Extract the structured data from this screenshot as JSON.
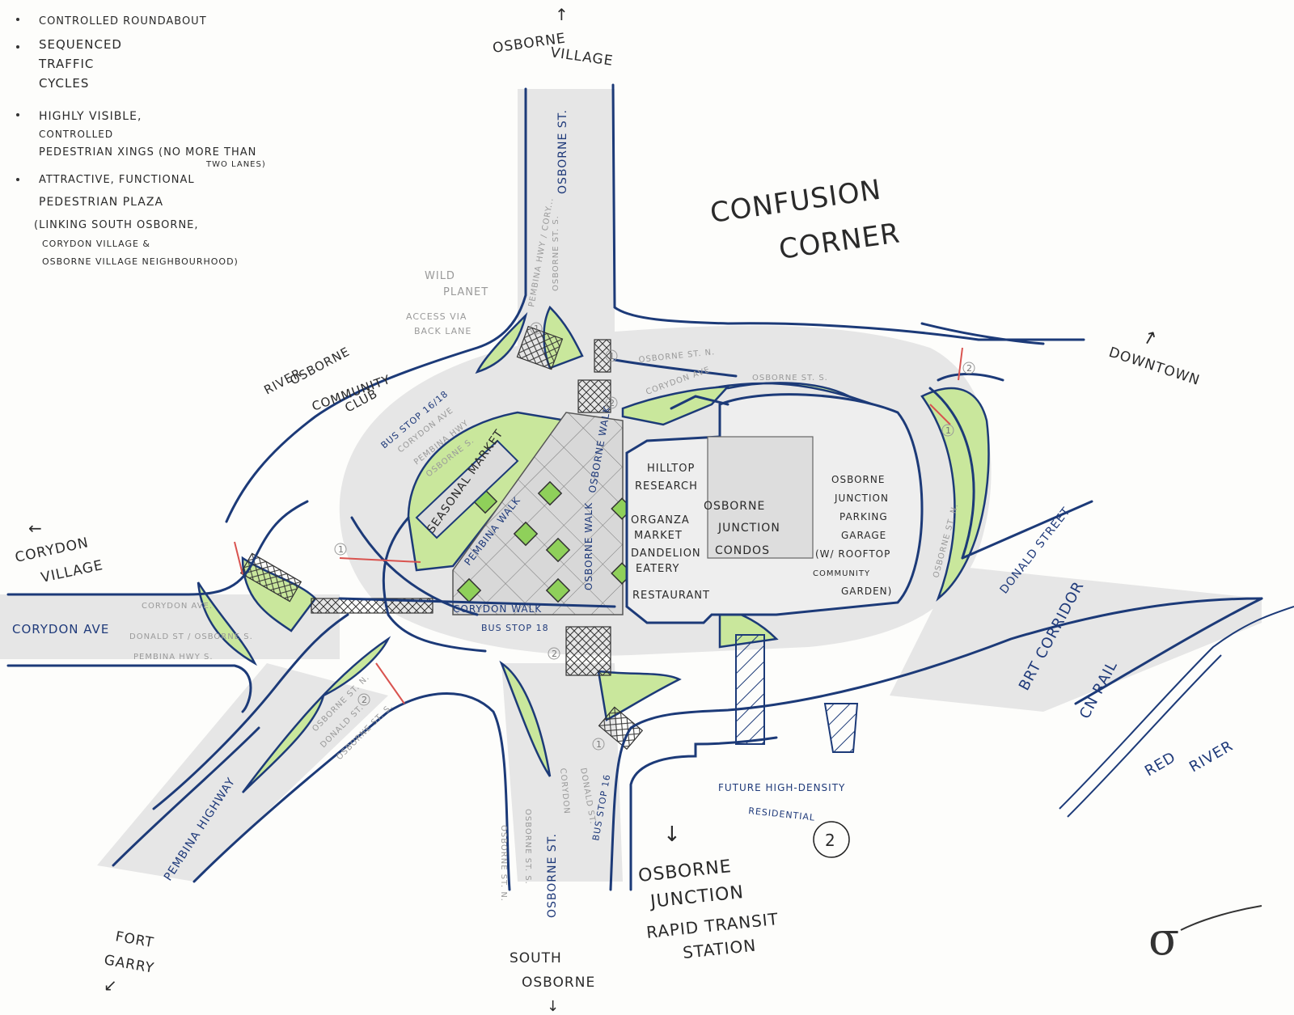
{
  "title": {
    "line1": "CONFUSION",
    "line2": "CORNER"
  },
  "notes": [
    {
      "lines": [
        "CONTROLLED ROUNDABOUT"
      ]
    },
    {
      "lines": [
        "SEQUENCED",
        "TRAFFIC",
        "CYCLES"
      ]
    },
    {
      "lines": [
        "HIGHLY VISIBLE,",
        "CONTROLLED",
        "PEDESTRIAN XINGS (NO MORE THAN",
        "TWO LANES)"
      ]
    },
    {
      "lines": [
        "ATTRACTIVE, FUNCTIONAL",
        "PEDESTRIAN PLAZA",
        "(LINKING SOUTH OSBORNE,",
        "CORYDON VILLAGE &",
        "OSBORNE VILLAGE NEIGHBOURHOOD)"
      ]
    }
  ],
  "directions": {
    "osborne_village": [
      "OSBORNE",
      "VILLAGE"
    ],
    "downtown": "DOWNTOWN",
    "corydon_village": [
      "CORYDON",
      "VILLAGE"
    ],
    "fort_garry": [
      "FORT",
      "GARRY"
    ],
    "south_osborne": [
      "SOUTH",
      "OSBORNE"
    ]
  },
  "streets": {
    "osborne_st_north": "OSBORNE ST.",
    "osborne_st_south": "OSBORNE ST.",
    "corydon_ave": "CORYDON AVE",
    "pembina_highway": "PEMBINA HIGHWAY",
    "donald_street": "DONALD STREET",
    "brt_corridor": "BRT CORRIDOR",
    "cn_rail": "CN RAIL",
    "red_river": [
      "RED",
      "RIVER"
    ]
  },
  "places": {
    "wild_planet": [
      "WILD",
      "PLANET"
    ],
    "access_lane": [
      "ACCESS VIA",
      "BACK LANE"
    ],
    "community_club": [
      "RIVER",
      "OSBORNE",
      "COMMUNITY",
      "CLUB"
    ],
    "seasonal_market": "SEASONAL MARKET",
    "pembina_walk": "PEMBINA WALK",
    "osborne_walk": "OSBORNE WALK",
    "corydon_walk": "CORYDON WALK",
    "bus_stop_16_18": "BUS STOP 16/18",
    "bus_stop_18": "BUS STOP 18",
    "bus_stop_16": "BUS STOP 16",
    "hilltop": [
      "HILLTOP",
      "RESEARCH"
    ],
    "organza": [
      "ORGANZA",
      "MARKET"
    ],
    "dandelion": [
      "DANDELION",
      "EATERY"
    ],
    "restaurant": "RESTAURANT",
    "condos": [
      "OSBORNE",
      "JUNCTION",
      "CONDOS"
    ],
    "parking": [
      "OSBORNE",
      "JUNCTION",
      "PARKING",
      "GARAGE",
      "(W/ ROOFTOP",
      "COMMUNITY",
      "GARDEN)"
    ],
    "future_residential": [
      "FUTURE HIGH-DENSITY",
      "RESIDENTIAL"
    ],
    "station": [
      "OSBORNE",
      "JUNCTION",
      "RAPID TRANSIT",
      "STATION"
    ]
  },
  "lane_labels": {
    "cory_ave_w": "CORYDON AVE.",
    "donald_osborne_w": "DONALD ST / OSBORNE S.",
    "pembina_hwy_s_w": "PEMBINA HWY S.",
    "osborne_st_n": "OSBORNE ST. N.",
    "corydon_ave_n": "CORYDON AVE",
    "osborne_st_s_n": "OSBORNE ST. S.",
    "pembina_hwy_cory": "PEMBINA HWY / CORY...",
    "osborne_st_s2": "OSBORNE ST. S.",
    "cory_bus_corydon": "CORYDON AVE",
    "cory_bus_pembina": "PEMBINA HWY",
    "cory_bus_osborne": "OSBORNE S.",
    "osborne_st_n_e": "OSBORNE ST. N.",
    "sw_osborne_st_n": "OSBORNE ST. N.",
    "sw_donald": "DONALD ST.",
    "sw_osborne_st_s": "OSBORNE ST. S.",
    "s_osborne_st_n": "OSBORNE ST. N.",
    "s_osborne_st_s": "OSBORNE ST. S.",
    "s_donald": "DONALD ST.",
    "s_corydon": "CORYDON"
  },
  "signal_markers": [
    "1",
    "2"
  ],
  "signature": "σ"
}
